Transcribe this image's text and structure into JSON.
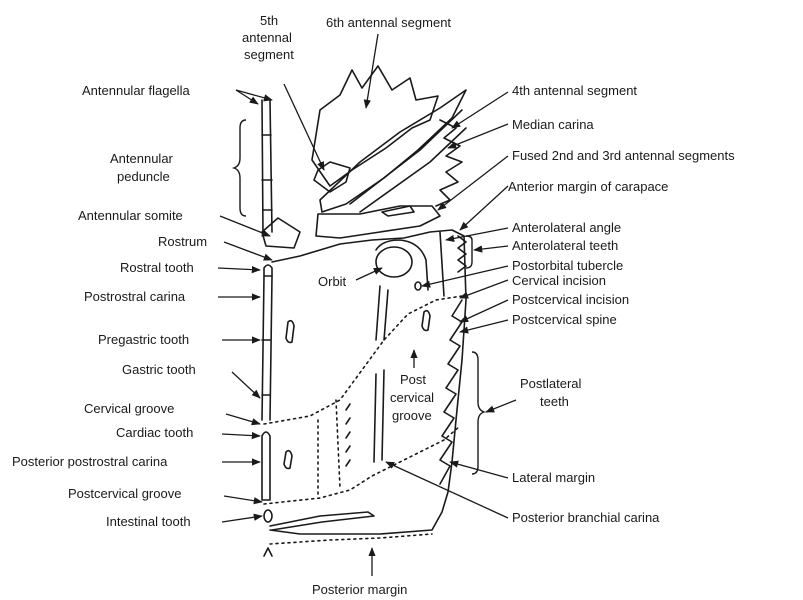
{
  "labels": {
    "antenna_5th_line1": "5th",
    "antenna_5th_line2": "antennal",
    "antenna_5th_line3": "segment",
    "antenna_6th": "6th antennal segment",
    "antennular_flagella": "Antennular flagella",
    "antenna_4th": "4th antennal segment",
    "median_carina": "Median carina",
    "antennular_peduncle_line1": "Antennular",
    "antennular_peduncle_line2": "peduncle",
    "fused_2nd_3rd": "Fused 2nd and 3rd antennal segments",
    "anterior_margin_carapace": "Anterior margin of carapace",
    "antennular_somite": "Antennular somite",
    "rostrum": "Rostrum",
    "anterolateral_angle": "Anterolateral angle",
    "anterolateral_teeth": "Anterolateral teeth",
    "rostral_tooth": "Rostral tooth",
    "orbit": "Orbit",
    "postorbital_tubercle": "Postorbital tubercle",
    "cervical_incision": "Cervical incision",
    "postrostral_carina": "Postrostral carina",
    "postcervical_incision": "Postcervical incision",
    "postcervical_spine": "Postcervical spine",
    "pregastric_tooth": "Pregastric tooth",
    "post_cervical_groove_line1": "Post",
    "post_cervical_groove_line2": "cervical",
    "post_cervical_groove_line3": "groove",
    "gastric_tooth": "Gastric tooth",
    "postlateral_teeth_line1": "Postlateral",
    "postlateral_teeth_line2": "teeth",
    "cervical_groove": "Cervical groove",
    "cardiac_tooth": "Cardiac tooth",
    "posterior_postrostral_carina": "Posterior postrostral carina",
    "lateral_margin": "Lateral margin",
    "postcervical_groove": "Postcervical groove",
    "intestinal_tooth": "Intestinal tooth",
    "posterior_branchial_carina": "Posterior branchial carina",
    "posterior_margin": "Posterior margin"
  }
}
